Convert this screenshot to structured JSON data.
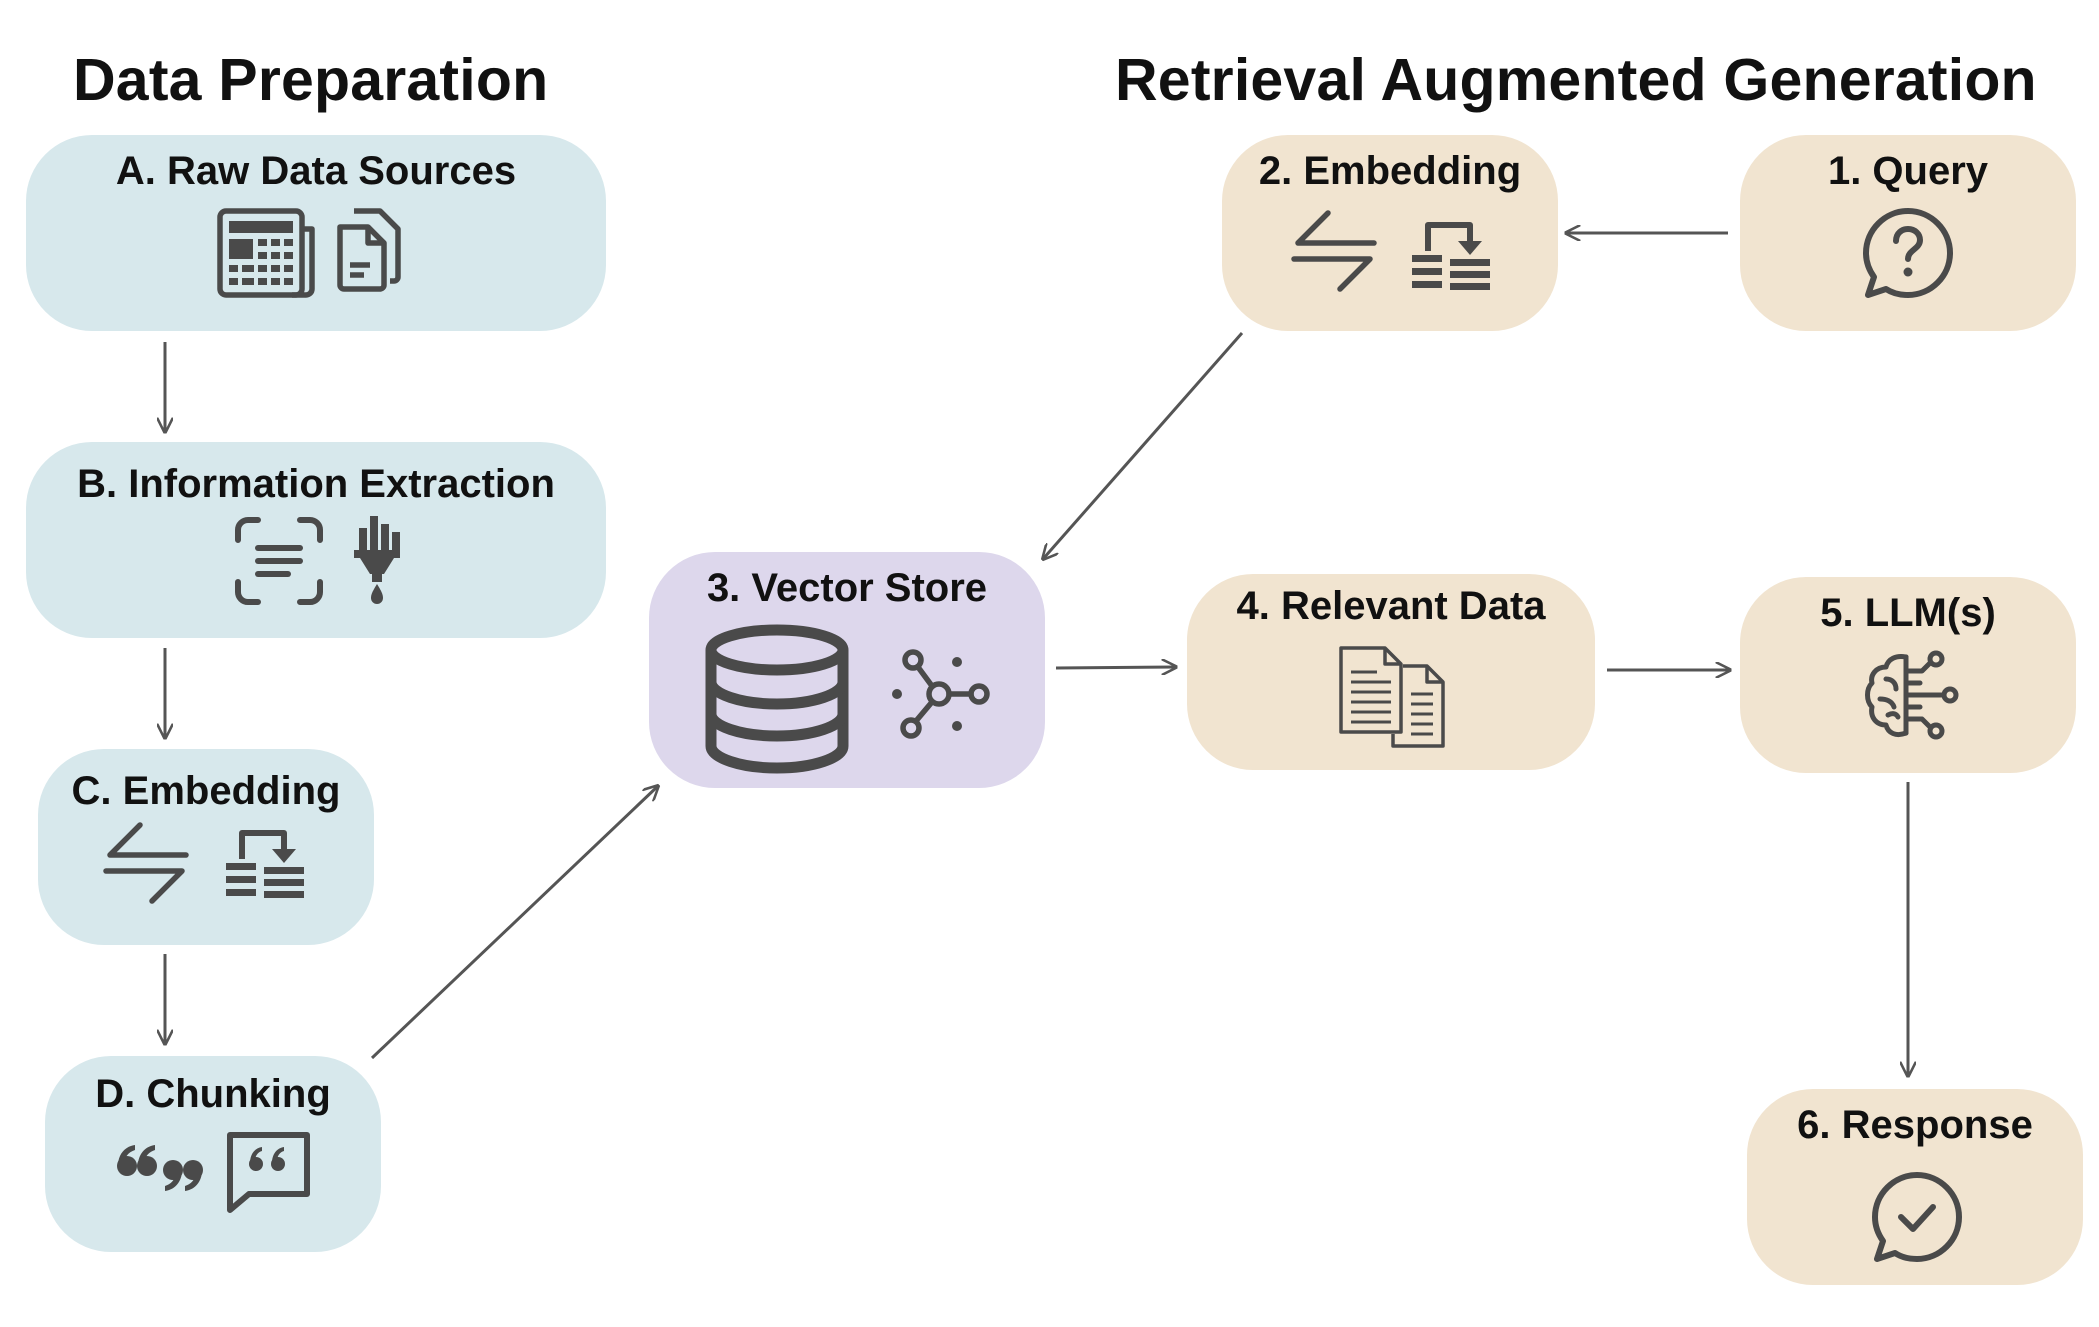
{
  "headings": {
    "left": "Data Preparation",
    "right": "Retrieval Augmented Generation"
  },
  "nodes": {
    "raw_data_sources": {
      "label": "A. Raw Data Sources",
      "icons": [
        "newspaper-icon",
        "documents-icon"
      ]
    },
    "information_extraction": {
      "label": "B. Information Extraction",
      "icons": [
        "text-scan-icon",
        "filter-brush-icon"
      ]
    },
    "embedding_prep": {
      "label": "C. Embedding",
      "icons": [
        "exchange-arrows-icon",
        "stack-import-icon"
      ]
    },
    "chunking": {
      "label": "D. Chunking",
      "icons": [
        "quote-marks-icon",
        "quote-bubble-icon"
      ]
    },
    "vector_store": {
      "label": "3. Vector Store",
      "icons": [
        "database-icon",
        "graph-network-icon"
      ]
    },
    "embedding_rag": {
      "label": "2. Embedding",
      "icons": [
        "exchange-arrows-icon",
        "stack-import-icon"
      ]
    },
    "query": {
      "label": "1. Query",
      "icons": [
        "question-bubble-icon"
      ]
    },
    "relevant_data": {
      "label": "4. Relevant Data",
      "icons": [
        "documents-icon"
      ]
    },
    "llms": {
      "label": "5. LLM(s)",
      "icons": [
        "ai-brain-icon"
      ]
    },
    "response": {
      "label": "6. Response",
      "icons": [
        "check-bubble-icon"
      ]
    }
  },
  "colors": {
    "prep_fill": "#d7e8ec",
    "rag_fill": "#f1e4d0",
    "store_fill": "#ddd7ec",
    "icon": "#4a4a4a",
    "arrow": "#555555"
  },
  "edges": [
    [
      "raw_data_sources",
      "information_extraction"
    ],
    [
      "information_extraction",
      "embedding_prep"
    ],
    [
      "embedding_prep",
      "chunking"
    ],
    [
      "chunking",
      "vector_store"
    ],
    [
      "query",
      "embedding_rag"
    ],
    [
      "embedding_rag",
      "vector_store"
    ],
    [
      "vector_store",
      "relevant_data"
    ],
    [
      "relevant_data",
      "llms"
    ],
    [
      "llms",
      "response"
    ]
  ]
}
